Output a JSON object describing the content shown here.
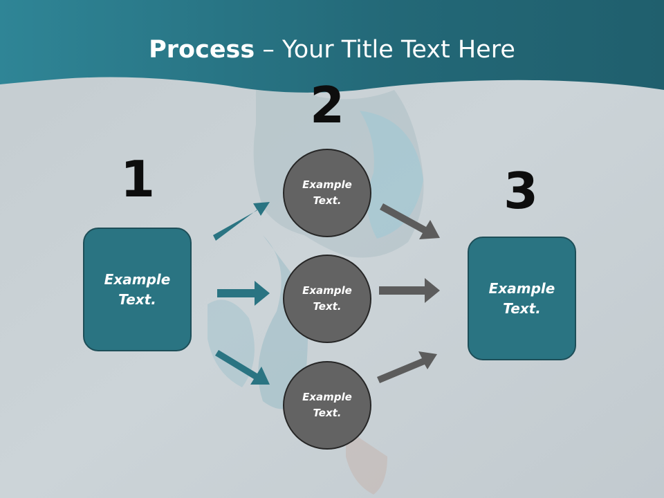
{
  "slide": {
    "title_bold": "Process",
    "title_rest": " – Your Title Text Here"
  },
  "steps": {
    "n1": "1",
    "n2": "2",
    "n3": "3"
  },
  "boxes": {
    "left": "Example Text.",
    "right": "Example Text."
  },
  "circles": {
    "top": "Example Text.",
    "middle": "Example Text.",
    "bottom": "Example Text."
  },
  "colors": {
    "header_teal": "#2a7482",
    "box_teal": "#2a7482",
    "circle_gray": "#636363",
    "arrow_teal": "#2a7482",
    "arrow_gray": "#5c5c5c",
    "background": "#c8d0d4"
  }
}
